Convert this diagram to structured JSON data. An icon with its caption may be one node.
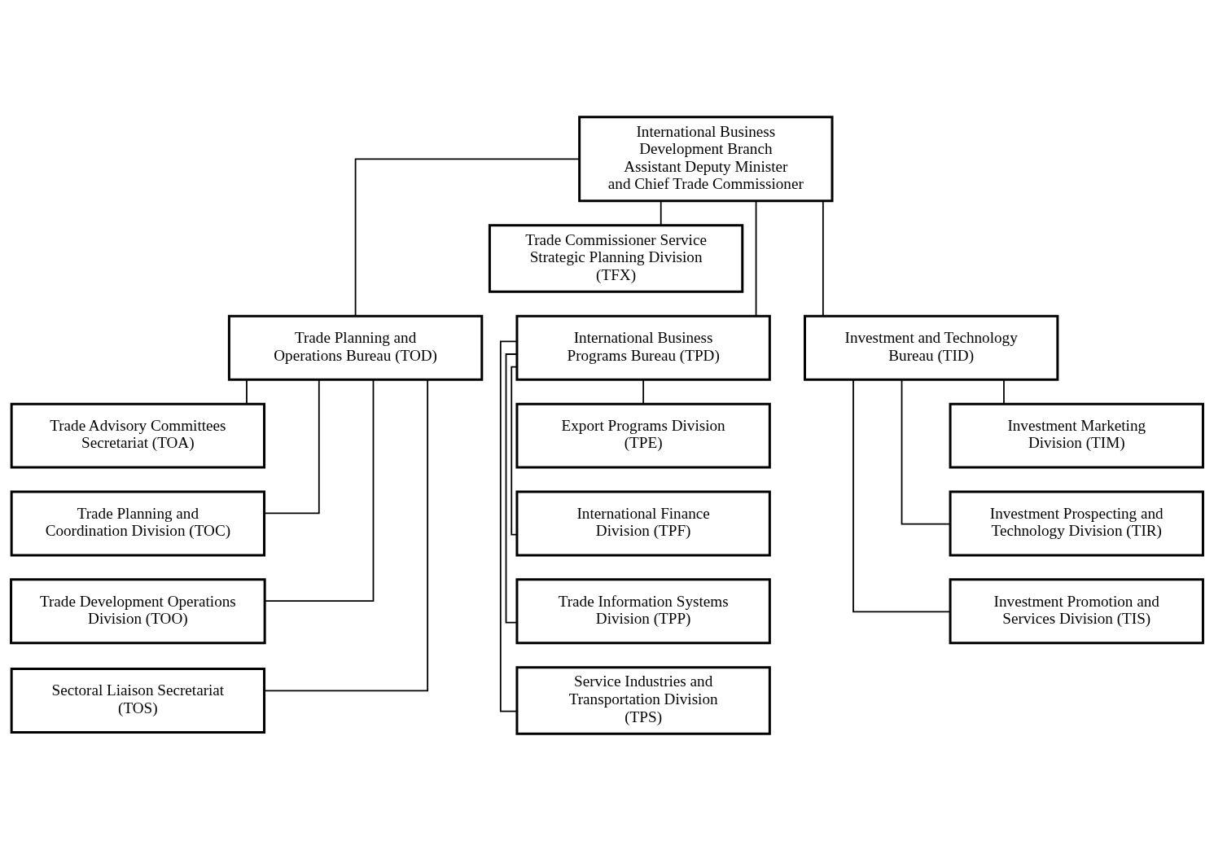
{
  "diagram": {
    "nodes": [
      {
        "text": [
          "International Business Development Branch",
          "Assistant Deputy Minister and Chief Trade Commissioner"
        ]
      },
      {
        "text": [
          "Trade Commissioner Service Strategic Planning Division (TFX)"
        ]
      },
      {
        "text": [
          "Trade Planning and Operations Bureau (TOD)"
        ]
      },
      {
        "text": [
          "International Business Programs Bureau (TPD)"
        ]
      },
      {
        "text": [
          "Investment and Technology Bureau (TID)"
        ]
      },
      {
        "text": [
          "Trade Advisory Committees Secretariat (TOA)"
        ]
      },
      {
        "text": [
          "Trade Planning and Coordination Division (TOC)"
        ]
      },
      {
        "text": [
          "Trade Development Operations Division (TOO)"
        ]
      },
      {
        "text": [
          "Sectoral Liaison Secretariat (TOS)"
        ]
      },
      {
        "text": [
          "Export Programs Division (TPE)"
        ]
      },
      {
        "text": [
          "International Finance Division (TPF)"
        ]
      },
      {
        "text": [
          "Trade Information Systems Division (TPP)"
        ]
      },
      {
        "text": [
          "Service Industries and Transportation Division (TPS)"
        ]
      },
      {
        "text": [
          "Investment Marketing Division (TIM)"
        ]
      },
      {
        "text": [
          "Investment Prospecting and Technology Division (TIR)"
        ]
      },
      {
        "text": [
          "Investment Promotion and Services Division (TIS)"
        ]
      }
    ],
    "edges": [
      {
        "from": 0,
        "to": 1,
        "arrow": "none"
      },
      {
        "from": 0,
        "to": 2,
        "arrow": "none"
      },
      {
        "from": 0,
        "to": 3,
        "arrow": "none"
      },
      {
        "from": 0,
        "to": 4,
        "arrow": "none"
      },
      {
        "from": 2,
        "to": 5,
        "arrow": "none"
      },
      {
        "from": 2,
        "to": 6,
        "arrow": "none"
      },
      {
        "from": 2,
        "to": 7,
        "arrow": "none"
      },
      {
        "from": 2,
        "to": 8,
        "arrow": "none"
      },
      {
        "from": 3,
        "to": 9,
        "arrow": "none"
      },
      {
        "from": 3,
        "to": 10,
        "arrow": "none"
      },
      {
        "from": 3,
        "to": 11,
        "arrow": "none"
      },
      {
        "from": 3,
        "to": 12,
        "arrow": "none"
      },
      {
        "from": 4,
        "to": 13,
        "arrow": "none"
      },
      {
        "from": 4,
        "to": 14,
        "arrow": "none"
      },
      {
        "from": 4,
        "to": 15,
        "arrow": "none"
      }
    ]
  }
}
